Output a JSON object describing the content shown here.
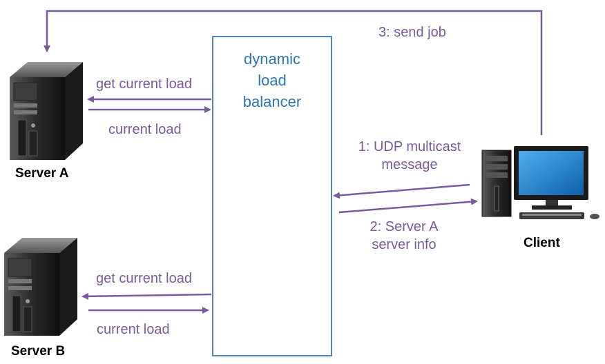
{
  "load_balancer": {
    "line1": "dynamic",
    "line2": "load",
    "line3": "balancer"
  },
  "servers": [
    {
      "name": "Server A",
      "request_label": "get current load",
      "response_label": "current load"
    },
    {
      "name": "Server B",
      "request_label": "get current load",
      "response_label": "current load"
    }
  ],
  "client": {
    "name": "Client"
  },
  "steps": {
    "step1_line1": "1: UDP multicast",
    "step1_line2": "message",
    "step2_line1": "2: Server A",
    "step2_line2": "server info",
    "step3": "3: send job"
  },
  "colors": {
    "arrow": "#7a5a9e",
    "box_border": "#4a86c5",
    "box_text": "#2e75b6",
    "server_body": "#2b2b2b",
    "monitor_screen": "#1e7fd0"
  },
  "icons": [
    "server-tower-icon",
    "server-tower-icon",
    "desktop-computer-icon"
  ]
}
